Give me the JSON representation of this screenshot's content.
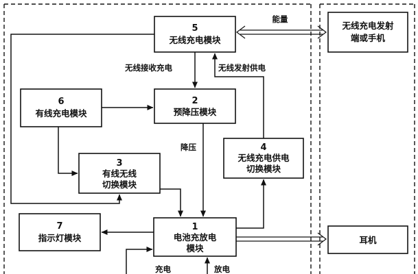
{
  "modules": {
    "m5": {
      "number": "5",
      "name": "无线充电模块"
    },
    "m2": {
      "number": "2",
      "name": "预降压模块"
    },
    "m6": {
      "number": "6",
      "name": "有线充电模块"
    },
    "m3": {
      "number": "3",
      "name_line1": "有线无线",
      "name_line2": "切换模块"
    },
    "m4": {
      "number": "4",
      "name_line1": "无线充电供电",
      "name_line2": "切换模块"
    },
    "m7": {
      "number": "7",
      "name": "指示灯模块"
    },
    "m1": {
      "number": "1",
      "name_line1": "电池充放电",
      "name_line2": "模块"
    }
  },
  "external": {
    "transmitter_line1": "无线充电发射",
    "transmitter_line2": "端或手机",
    "earphone": "耳机"
  },
  "labels": {
    "energy": "能量",
    "wireless_receive": "无线接收充电",
    "wireless_transmit": "无线发射供电",
    "step_down": "降压",
    "charge": "充电",
    "discharge": "放电"
  }
}
